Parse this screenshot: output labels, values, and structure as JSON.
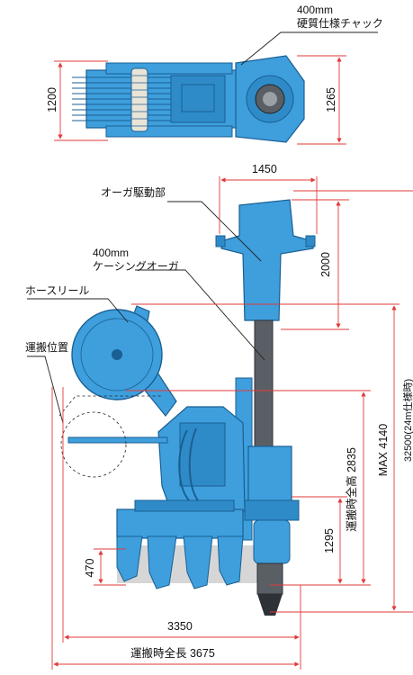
{
  "colors": {
    "machine_blue": "#3e9fdc",
    "machine_dark": "#1a5f93",
    "dimension_red": "#e23a3a",
    "leader_black": "#222222",
    "drill_gray": "#5a5f66",
    "ground_gray": "#c9c9c9"
  },
  "top_view": {
    "chuck_label_line1": "400mm",
    "chuck_label_line2": "硬質仕様チャック",
    "dim_left": "1200",
    "dim_right": "1265"
  },
  "side_view": {
    "auger_drive_label": "オーガ駆動部",
    "casing_label_line1": "400mm",
    "casing_label_line2": "ケーシングオーガ",
    "hose_reel_label": "ホースリール",
    "transport_position_label": "運搬位置",
    "dim_top_width": "1450",
    "dim_drive_height": "2000",
    "dim_transport_height": "運搬時全高 2835",
    "dim_max_height": "MAX 4140",
    "dim_full_height": "32500(24m仕様時)",
    "dim_lower": "1295",
    "dim_track": "470",
    "dim_width_bottom": "3350",
    "dim_transport_length": "運搬時全長 3675"
  }
}
